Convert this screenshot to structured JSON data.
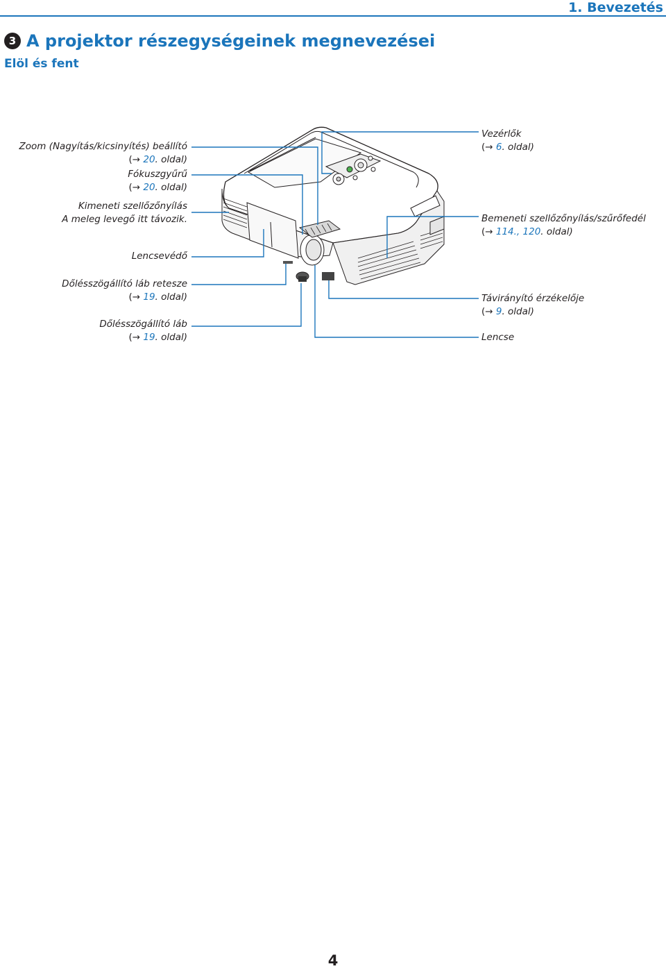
{
  "header": {
    "chapter": "1. Bevezetés"
  },
  "section": {
    "number": "3",
    "title": "A projektor részegységeinek megnevezései",
    "subtitle": "Elöl és fent"
  },
  "labels": {
    "zoom": {
      "name": "Zoom (Nagyítás/kicsinyítés) beállító",
      "arrow": "(→ ",
      "page": "20",
      "suffix": ". oldal)"
    },
    "focus": {
      "name": "Fókuszgyűrű",
      "arrow": "(→ ",
      "page": "20",
      "suffix": ". oldal)"
    },
    "exhaust": {
      "line1": "Kimeneti szellőzőnyílás",
      "line2": "A meleg levegő itt távozik."
    },
    "lens_cap": {
      "name": "Lencsevédő"
    },
    "tilt_lever": {
      "name": "Dőlésszögállító láb retesze",
      "arrow": "(→ ",
      "page": "19",
      "suffix": ". oldal)"
    },
    "tilt_foot": {
      "name": "Dőlésszögállító láb",
      "arrow": "(→ ",
      "page": "19",
      "suffix": ". oldal)"
    },
    "controls": {
      "name": "Vezérlők",
      "arrow": "(→ ",
      "page": "6",
      "suffix": ". oldal)"
    },
    "intake": {
      "name": "Bemeneti szellőzőnyílás/szűrőfedél",
      "arrow": "(→ ",
      "page": "114., 120",
      "suffix": ". oldal)"
    },
    "remote_sensor": {
      "name": "Távirányító érzékelője",
      "arrow": "(→ ",
      "page": "9",
      "suffix": ". oldal)"
    },
    "lens": {
      "name": "Lencse"
    }
  },
  "footer": {
    "page_number": "4"
  },
  "colors": {
    "accent": "#1b75bb",
    "text": "#231f20",
    "leader": "#1b75bb"
  }
}
